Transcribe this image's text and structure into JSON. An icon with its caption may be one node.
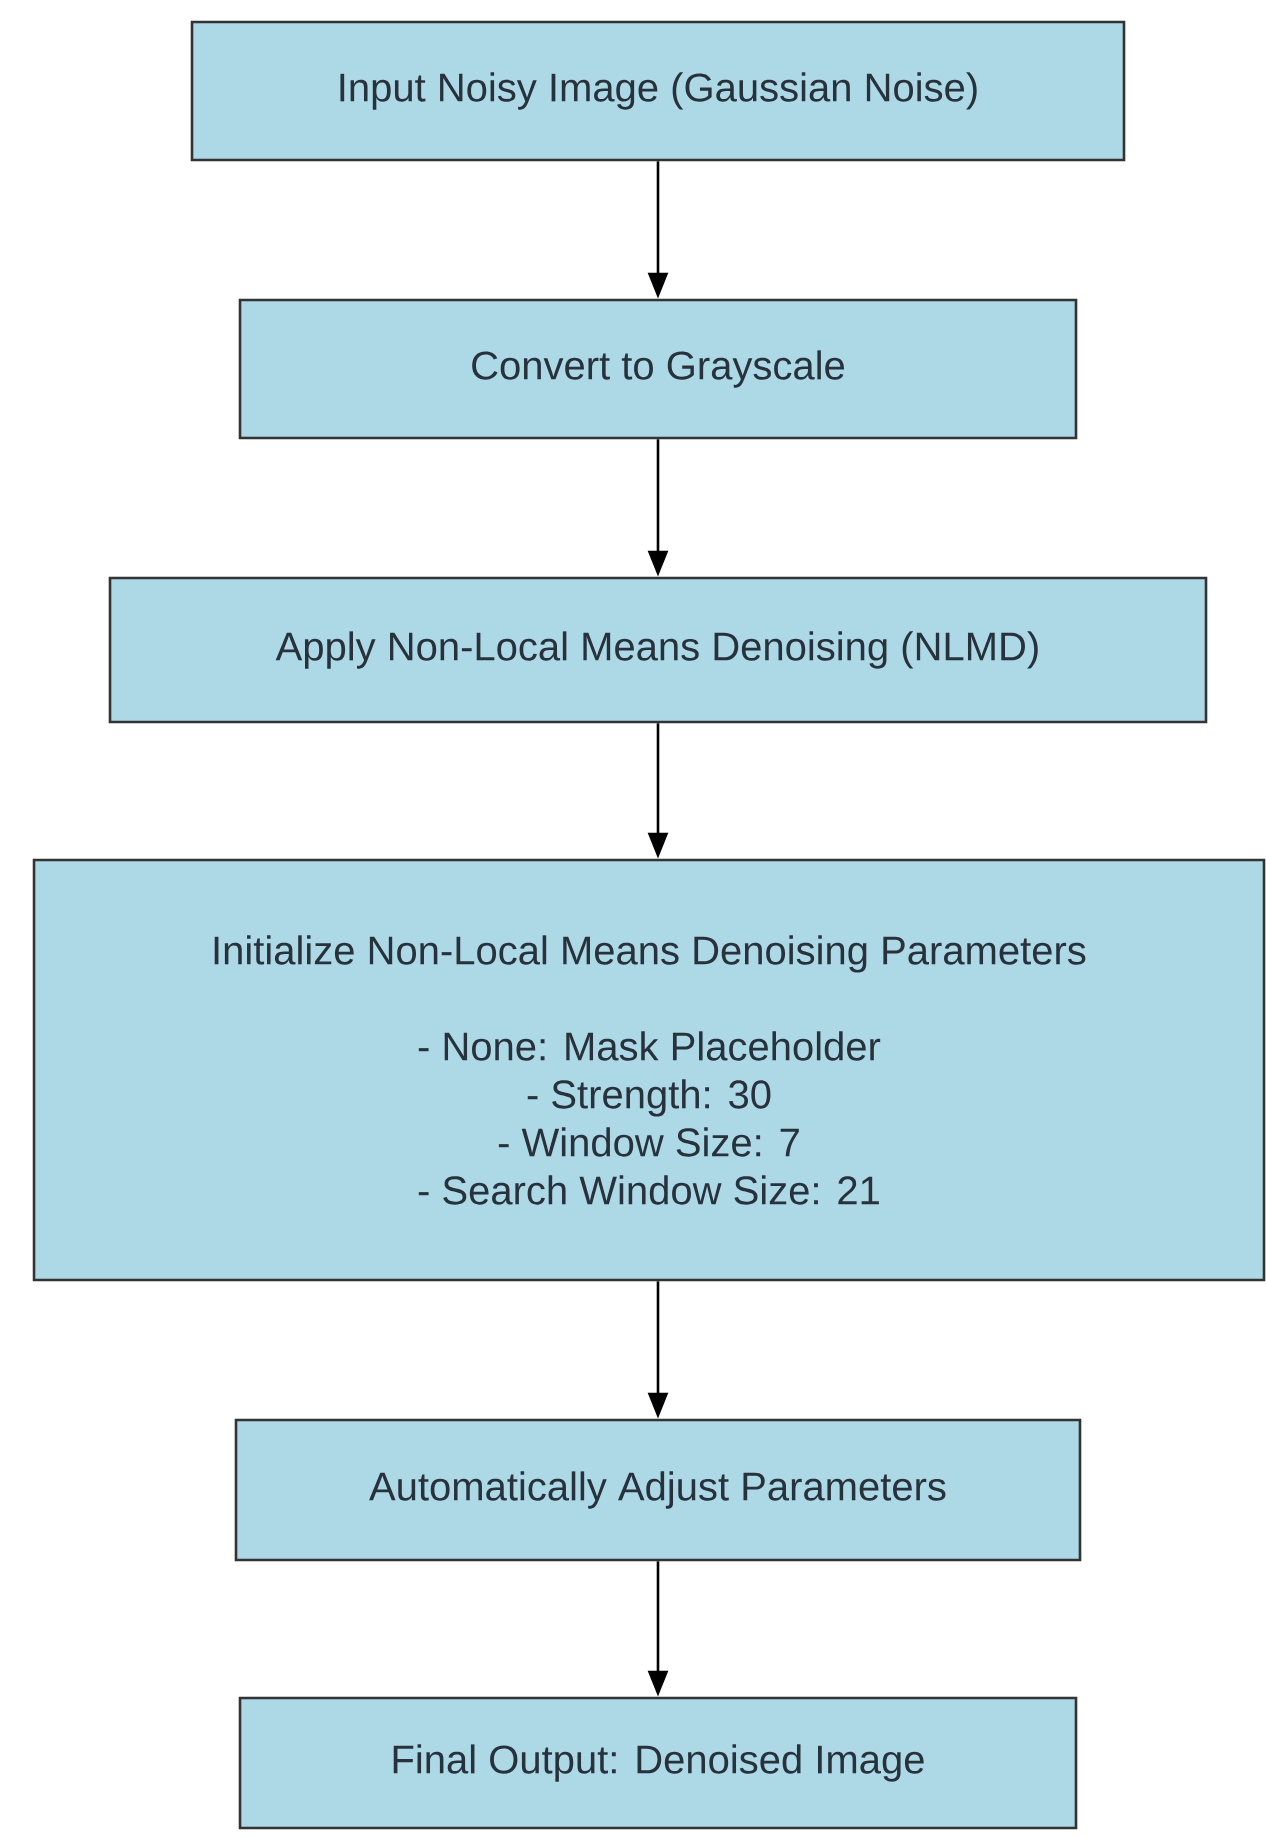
{
  "diagram": {
    "nodes": [
      {
        "text": [
          "Input Noisy Image (Gaussian Noise)"
        ]
      },
      {
        "text": [
          "Convert to Grayscale"
        ]
      },
      {
        "text": [
          "Apply Non-Local Means Denoising (NLMD)"
        ]
      },
      {
        "text": [
          "Initialize Non-Local Means Denoising Parameters",
          "- None: Mask Placeholder",
          "- Strength: 30",
          "- Window Size: 7",
          "- Search Window Size: 21"
        ]
      },
      {
        "text": [
          "Automatically Adjust Parameters"
        ]
      },
      {
        "text": [
          "Final Output: Denoised Image"
        ]
      }
    ],
    "edges": [
      {
        "from": 0,
        "to": 1,
        "arrow": "to"
      },
      {
        "from": 1,
        "to": 2,
        "arrow": "to"
      },
      {
        "from": 2,
        "to": 3,
        "arrow": "to"
      },
      {
        "from": 3,
        "to": 4,
        "arrow": "to"
      },
      {
        "from": 4,
        "to": 5,
        "arrow": "to"
      }
    ]
  }
}
